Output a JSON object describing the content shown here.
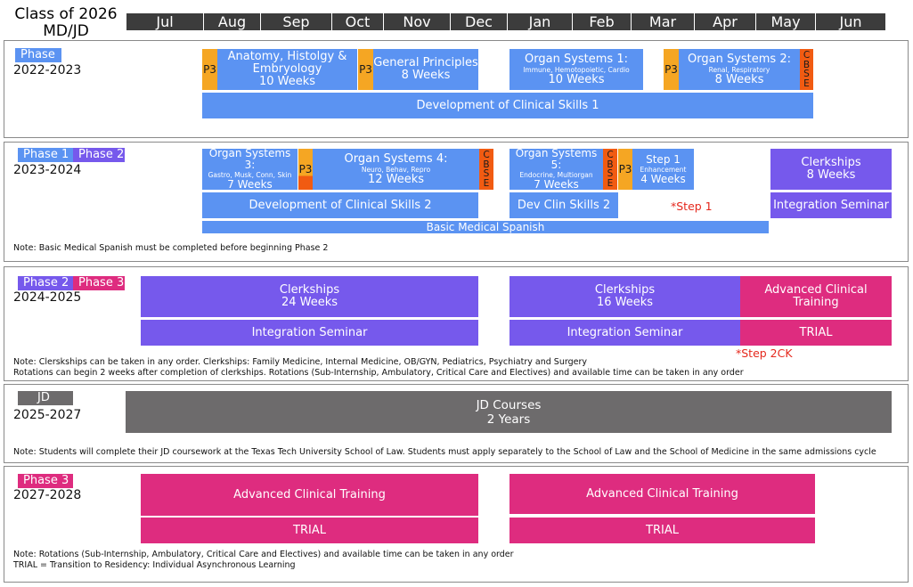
{
  "header": {
    "title_line1": "Class of 2026",
    "title_line2": "MD/JD",
    "months": [
      "Jul",
      "Aug",
      "Sep",
      "Oct",
      "Nov",
      "Dec",
      "Jan",
      "Feb",
      "Mar",
      "Apr",
      "May",
      "Jun"
    ]
  },
  "colors": {
    "blue": "#5b93f2",
    "purple": "#7659ec",
    "pink": "#de2c7f",
    "gray": "#6d6b6c",
    "orange": "#f5a623",
    "red_orange": "#f15b12",
    "step_red": "#e5281c"
  },
  "s1": {
    "tag": "Phase 1",
    "year": "2022-2023",
    "p3": "P3",
    "ahe_l1": "Anatomy, Histolgy &",
    "ahe_l2": "Embryology",
    "ahe_l3": "10 Weeks",
    "gp_l1": "General Principles",
    "gp_l2": "8 Weeks",
    "os1_l1": "Organ Systems 1:",
    "os1_l2": "Immune, Hemotopoietic, Cardio",
    "os1_l3": "10 Weeks",
    "os2_l1": "Organ Systems 2:",
    "os2_l2": "Renal, Respiratory",
    "os2_l3": "8 Weeks",
    "cbse": "CBSE",
    "dcs": "Development of Clinical Skills 1"
  },
  "s2": {
    "tag1": "Phase 1",
    "tag2": "Phase 2",
    "year": "2023-2024",
    "os3_l1": "Organ Systems 3:",
    "os3_l2": "Gastro, Musk, Conn, Skin",
    "os3_l3": "7 Weeks",
    "p3": "P3",
    "os4_l1": "Organ Systems 4:",
    "os4_l2": "Neuro, Behav, Repro",
    "os4_l3": "12 Weeks",
    "cbse": "CBSE",
    "os5_l1": "Organ Systems 5:",
    "os5_l2": "Endocrine, Multiorgan",
    "os5_l3": "7 Weeks",
    "step1_l1": "Step 1",
    "step1_l2": "Enhancement",
    "step1_l3": "4 Weeks",
    "clerk_l1": "Clerkships",
    "clerk_l2": "8 Weeks",
    "dcs2": "Development of Clinical Skills 2",
    "devclin2": "Dev Clin Skills 2",
    "step1_marker": "*Step 1",
    "integ": "Integration Seminar",
    "spanish": "Basic Medical Spanish",
    "note": "Note: Basic Medical Spanish must be completed before beginning Phase 2"
  },
  "s3": {
    "tag1": "Phase 2",
    "tag2": "Phase 3",
    "year": "2024-2025",
    "clerk1_l1": "Clerkships",
    "clerk1_l2": "24 Weeks",
    "clerk2_l1": "Clerkships",
    "clerk2_l2": "16 Weeks",
    "act": "Advanced Clinical Training",
    "integ": "Integration Seminar",
    "trial": "TRIAL",
    "step2ck": "*Step 2CK",
    "note1": "Note: Clerskships can be taken in any order. Clerkships: Family Medicine, Internal Medicine, OB/GYN, Pediatrics, Psychiatry and Surgery",
    "note2": "Rotations can begin 2 weeks after completion of clerkships. Rotations (Sub-Internship, Ambulatory, Critical Care and Electives) and available time can be taken in any order"
  },
  "s4": {
    "tag": "JD",
    "year": "2025-2027",
    "jd_l1": "JD Courses",
    "jd_l2": "2 Years",
    "note": "Note: Students will complete their JD coursework at the Texas Tech University School of Law. Students must apply separately to the School of Law and the School of Medicine in the same admissions cycle"
  },
  "s5": {
    "tag": "Phase 3",
    "year": "2027-2028",
    "act": "Advanced Clinical Training",
    "trial": "TRIAL",
    "note1": "Note: Rotations (Sub-Internship, Ambulatory, Critical Care and Electives) and available time can be taken in any order",
    "note2": "TRIAL = Transition to Residency: Individual Asynchronous Learning"
  }
}
